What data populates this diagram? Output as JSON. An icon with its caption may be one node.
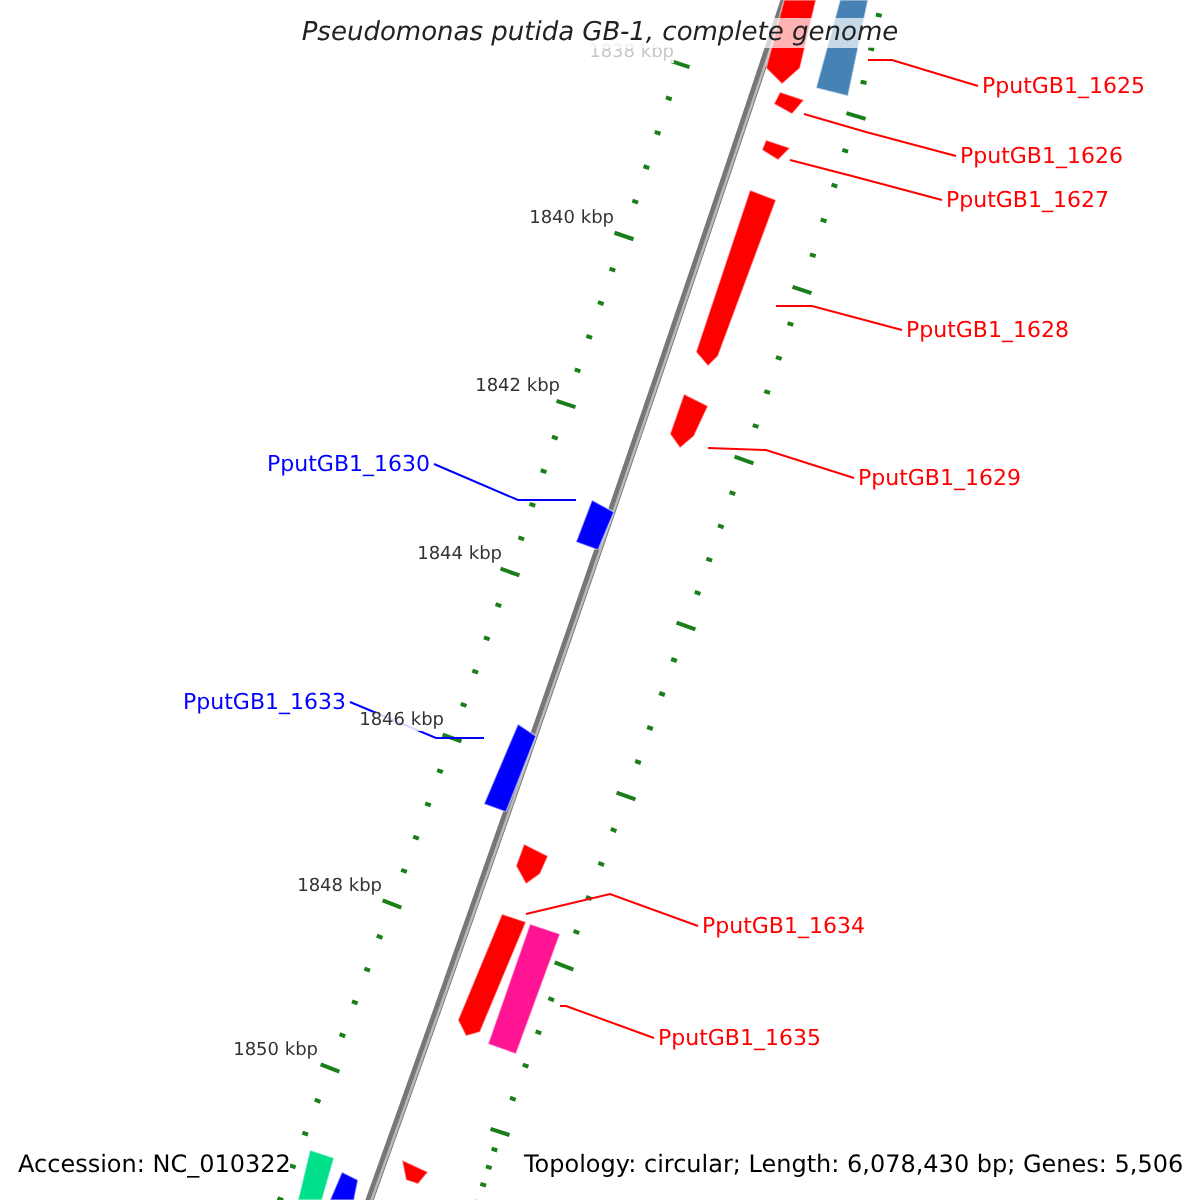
{
  "diagram": {
    "title": "Pseudomonas putida GB-1, complete genome",
    "nodes": [
      {
        "text": [
          "PputGB1_1625"
        ]
      },
      {
        "text": [
          "PputGB1_1626"
        ]
      },
      {
        "text": [
          "PputGB1_1627"
        ]
      },
      {
        "text": [
          "PputGB1_1628"
        ]
      },
      {
        "text": [
          "PputGB1_1629"
        ]
      },
      {
        "text": [
          "PputGB1_1630"
        ]
      },
      {
        "text": [
          "PputGB1_1633"
        ]
      },
      {
        "text": [
          "PputGB1_1634"
        ]
      },
      {
        "text": [
          "PputGB1_1635"
        ]
      },
      {
        "text": [],
        "shape": "bar"
      },
      {
        "text": [],
        "shape": "bar"
      },
      {
        "text": [],
        "shape": "bar"
      },
      {
        "text": [],
        "shape": "bar"
      },
      {
        "text": [],
        "shape": "bar"
      },
      {
        "text": [],
        "shape": "bar"
      },
      {
        "text": [],
        "shape": "bar"
      },
      {
        "text": [],
        "shape": "bar"
      },
      {
        "text": [],
        "shape": "bar"
      },
      {
        "text": [],
        "shape": "bar"
      },
      {
        "text": [],
        "shape": "bar"
      },
      {
        "text": [],
        "shape": "bar"
      },
      {
        "text": [],
        "shape": "bar"
      },
      {
        "text": [],
        "shape": "bar"
      }
    ],
    "edges": [
      {
        "from": 0,
        "to": 10,
        "arrow": "none"
      },
      {
        "from": 1,
        "to": 11,
        "arrow": "none"
      },
      {
        "from": 2,
        "to": 12,
        "arrow": "none"
      },
      {
        "from": 3,
        "to": 13,
        "arrow": "none"
      },
      {
        "from": 4,
        "to": 14,
        "arrow": "none"
      },
      {
        "from": 5,
        "to": 15,
        "arrow": "none",
        "color": "#0000ff"
      },
      {
        "from": 6,
        "to": 16,
        "arrow": "none",
        "color": "#0000ff"
      },
      {
        "from": 7,
        "to": 18,
        "arrow": "none"
      },
      {
        "from": 8,
        "to": 19,
        "arrow": "none"
      }
    ],
    "labels": [
      "1838 kbp",
      "1840 kbp",
      "1842 kbp",
      "1844 kbp",
      "1846 kbp",
      "1848 kbp",
      "1850 kbp",
      "Accession: NC_010322",
      "Topology: circular; Length: 6,078,430 bp; Genes: 5,506"
    ]
  }
}
